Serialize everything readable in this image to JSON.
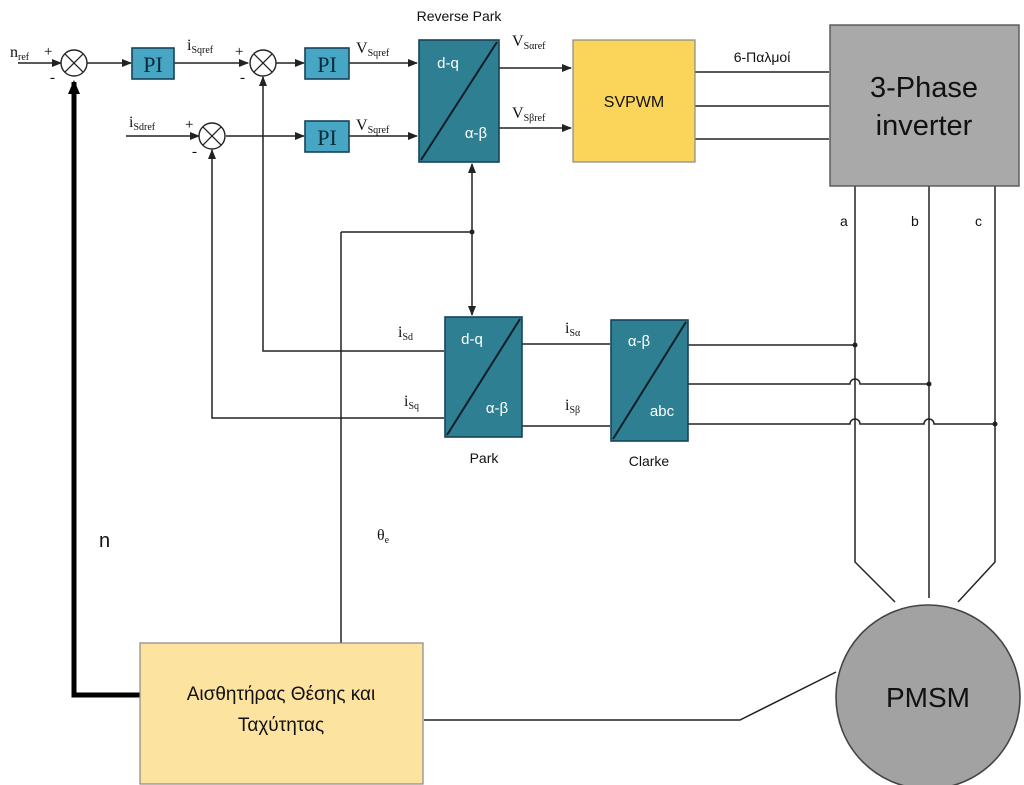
{
  "blocks": {
    "pi_label": "PI",
    "reverse_park_title": "Reverse Park",
    "reverse_park_top": "d-q",
    "reverse_park_bottom": "α-β",
    "svpwm": "SVPWM",
    "inverter_line1": "3-Phase",
    "inverter_line2": "inverter",
    "park_top": "d-q",
    "park_bottom": "α-β",
    "park_title": "Park",
    "clarke_top": "α-β",
    "clarke_bottom": "abc",
    "clarke_title": "Clarke",
    "sensor_line1": "Αισθητήρας Θέσης και",
    "sensor_line2": "Ταχύτητας",
    "motor": "PMSM"
  },
  "signals": {
    "n_ref": {
      "main": "n",
      "sub": "ref"
    },
    "i_sqref": {
      "main": "i",
      "sub": "Sqref"
    },
    "i_sdref": {
      "main": "i",
      "sub": "Sdref"
    },
    "v_sqref_1": {
      "main": "V",
      "sub": "Sqref"
    },
    "v_sqref_2": {
      "main": "V",
      "sub": "Sqref"
    },
    "v_salpharef": {
      "main": "V",
      "sub": "Sαref"
    },
    "v_sbetaref": {
      "main": "V",
      "sub": "Sβref"
    },
    "pulses": "6-Παλμοί",
    "i_sd": {
      "main": "i",
      "sub": "Sd"
    },
    "i_sq": {
      "main": "i",
      "sub": "Sq"
    },
    "i_salpha": {
      "main": "i",
      "sub": "Sα"
    },
    "i_sbeta": {
      "main": "i",
      "sub": "Sβ"
    },
    "phase_a": "a",
    "phase_b": "b",
    "phase_c": "c",
    "speed_feedback": "n",
    "theta": {
      "main": "θ",
      "sub": "e"
    }
  },
  "signs": {
    "plus": "+",
    "minus": "-"
  }
}
